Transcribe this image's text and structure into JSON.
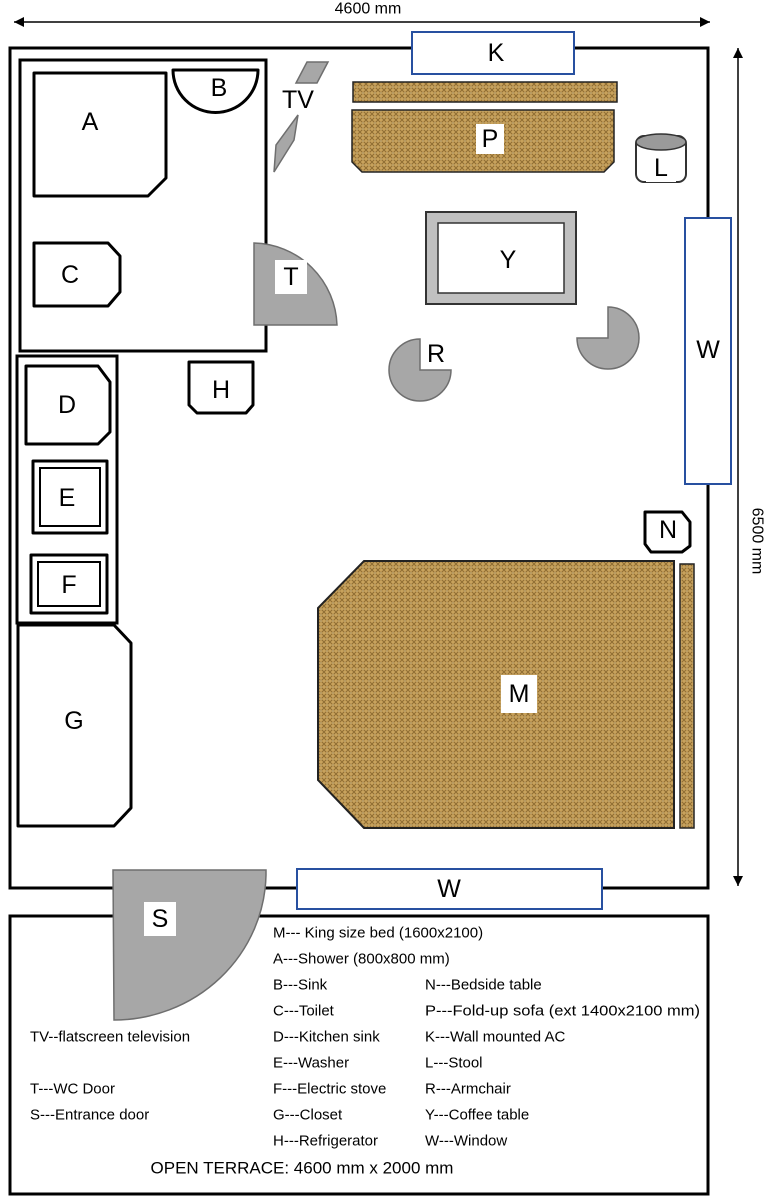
{
  "dimensions": {
    "width": "4600 mm",
    "height": "6500 mm"
  },
  "labels": {
    "A": "A",
    "B": "B",
    "C": "C",
    "D": "D",
    "E": "E",
    "F": "F",
    "G": "G",
    "H": "H",
    "K": "K",
    "L": "L",
    "M": "M",
    "N": "N",
    "P": "P",
    "R": "R",
    "S": "S",
    "T": "T",
    "TV": "TV",
    "W": "W",
    "Y": "Y"
  },
  "legend": {
    "left": [
      "TV--flatscreen television",
      "T---WC Door",
      "S---Entrance door"
    ],
    "middle": [
      "M--- King size bed (1600x2100)",
      "A---Shower (800x800 mm)",
      "B---Sink",
      "C---Toilet",
      "D---Kitchen sink",
      "E---Washer",
      "F---Electric stove",
      "G---Closet",
      "H---Refrigerator"
    ],
    "right": [
      "N---Bedside table",
      "P---Fold-up sofa (ext 1400x2100 mm)",
      "K---Wall mounted AC",
      "L---Stool",
      "R---Armchair",
      "Y---Coffee table",
      "W---Window"
    ],
    "footer": "OPEN TERRACE: 4600 mm x 2000 mm"
  },
  "colors": {
    "wood": "#c8a25c",
    "grey": "#a7a7a7",
    "window": "#2850a0"
  }
}
